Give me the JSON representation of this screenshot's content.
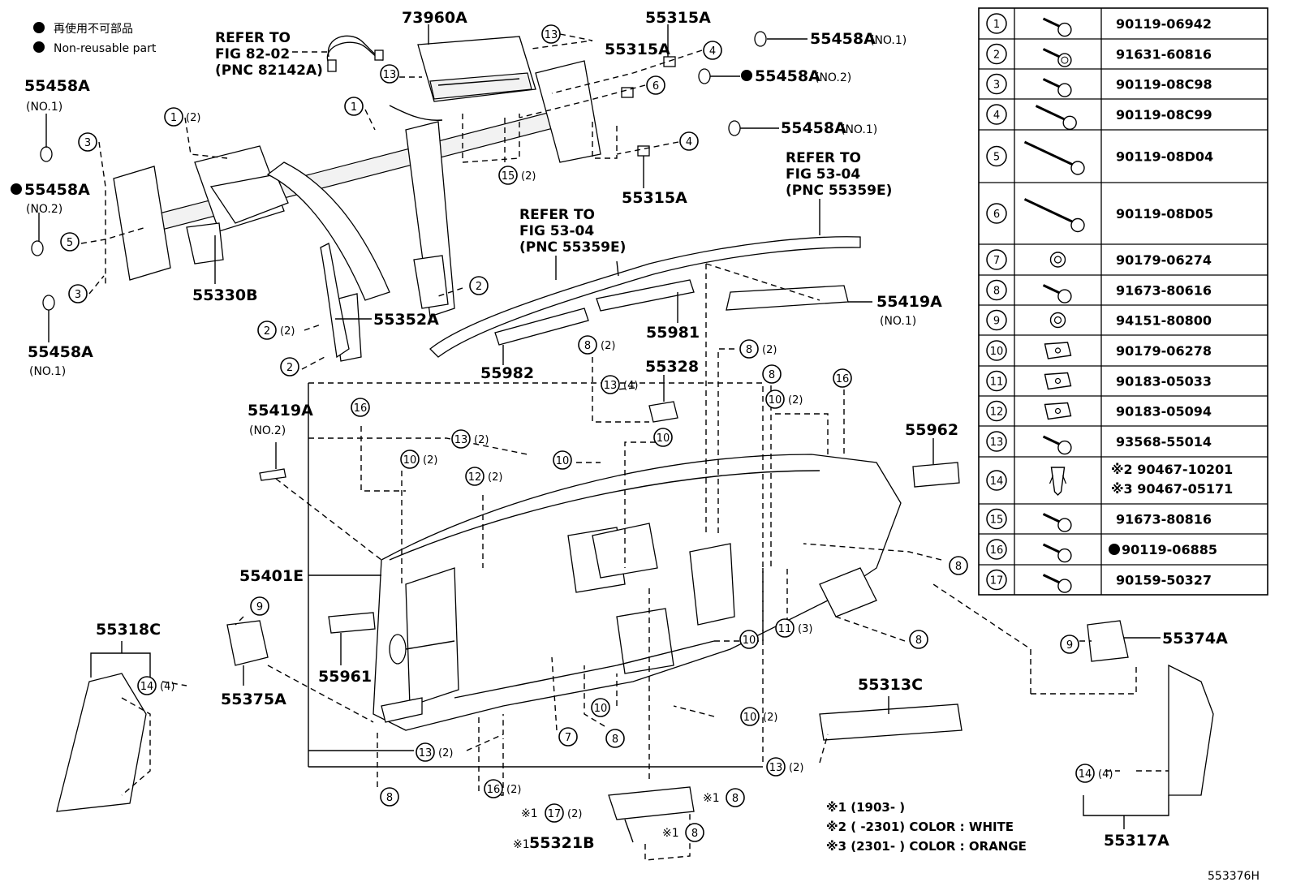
{
  "legend": {
    "non_reusable_jp": "再使用不可部品",
    "non_reusable_en": "Non-reusable part"
  },
  "refs": {
    "fig82_line1": "REFER TO",
    "fig82_line2": "FIG 82-02",
    "fig82_line3": "(PNC 82142A)",
    "fig53a_line1": "REFER TO",
    "fig53a_line2": "FIG 53-04",
    "fig53a_line3": "(PNC 55359E)",
    "fig53b_line1": "REFER TO",
    "fig53b_line2": "FIG 53-04",
    "fig53b_line3": "(PNC 55359E)"
  },
  "labels": {
    "p73960A": "73960A",
    "p55315A_1": "55315A",
    "p55315A_2": "55315A",
    "p55315A_3": "55315A",
    "p55458A_no1_a": "55458A",
    "p55458A_no1_a_sub": "(NO.1)",
    "p55458A_no2_a": "55458A",
    "p55458A_no2_a_sub": "(NO.2)",
    "p55458A_no1_b": "55458A",
    "p55458A_no1_b_sub": "(NO.1)",
    "p55458A_left1": "55458A",
    "p55458A_left1_sub": "(NO.1)",
    "p55458A_left2": "55458A",
    "p55458A_left2_sub": "(NO.2)",
    "p55458A_left3": "55458A",
    "p55458A_left3_sub": "(NO.1)",
    "p55330B": "55330B",
    "p55352A": "55352A",
    "p55982": "55982",
    "p55981": "55981",
    "p55419A_no1": "55419A",
    "p55419A_no1_sub": "(NO.1)",
    "p55419A_no2": "55419A",
    "p55419A_no2_sub": "(NO.2)",
    "p55328": "55328",
    "p55962": "55962",
    "p55401E": "55401E",
    "p55318C": "55318C",
    "p55375A": "55375A",
    "p55961": "55961",
    "p55313C": "55313C",
    "p55374A": "55374A",
    "p55317A": "55317A",
    "p55321B": "55321B",
    "x1": "※1",
    "diagram_id": "553376H"
  },
  "callouts": {
    "q2": "(2)",
    "q3": "(3)",
    "q4": "(4)",
    "n1": "1",
    "n2": "2",
    "n3": "3",
    "n4": "4",
    "n5": "5",
    "n6": "6",
    "n7": "7",
    "n8": "8",
    "n9": "9",
    "n10": "10",
    "n11": "11",
    "n12": "12",
    "n13": "13",
    "n14": "14",
    "n15": "15",
    "n16": "16",
    "n17": "17"
  },
  "table": {
    "rows": [
      {
        "no": "1",
        "part": "90119-06942",
        "icon": "bolt-icon"
      },
      {
        "no": "2",
        "part": "91631-60816",
        "icon": "bolt-washer-icon"
      },
      {
        "no": "3",
        "part": "90119-08C98",
        "icon": "bolt-icon"
      },
      {
        "no": "4",
        "part": "90119-08C99",
        "icon": "long-bolt-icon"
      },
      {
        "no": "5",
        "part": "90119-08D04",
        "icon": "very-long-bolt-icon"
      },
      {
        "no": "6",
        "part": "90119-08D05",
        "icon": "very-long-bolt-icon"
      },
      {
        "no": "7",
        "part": "90179-06274",
        "icon": "nut-icon"
      },
      {
        "no": "8",
        "part": "91673-80616",
        "icon": "bolt-icon"
      },
      {
        "no": "9",
        "part": "94151-80800",
        "icon": "flange-nut-icon"
      },
      {
        "no": "10",
        "part": "90179-06278",
        "icon": "clip-nut-icon"
      },
      {
        "no": "11",
        "part": "90183-05033",
        "icon": "clip-nut-icon"
      },
      {
        "no": "12",
        "part": "90183-05094",
        "icon": "clip-nut-icon"
      },
      {
        "no": "13",
        "part": "93568-55014",
        "icon": "bolt-icon"
      },
      {
        "no": "14",
        "part_a_mark": "※2",
        "part_a": "90467-10201",
        "part_b_mark": "※3",
        "part_b": "90467-05171",
        "icon": "clip-icon"
      },
      {
        "no": "15",
        "part": "91673-80816",
        "icon": "bolt-icon"
      },
      {
        "no": "16",
        "part": "90119-06885",
        "non_reusable": true,
        "icon": "bolt-icon"
      },
      {
        "no": "17",
        "part": "90159-50327",
        "icon": "bolt-icon"
      }
    ]
  },
  "notes": {
    "n1": "※1 (1903-      )",
    "n2": "※2 (      -2301) COLOR : WHITE",
    "n3": "※3 (2301-      ) COLOR : ORANGE"
  }
}
